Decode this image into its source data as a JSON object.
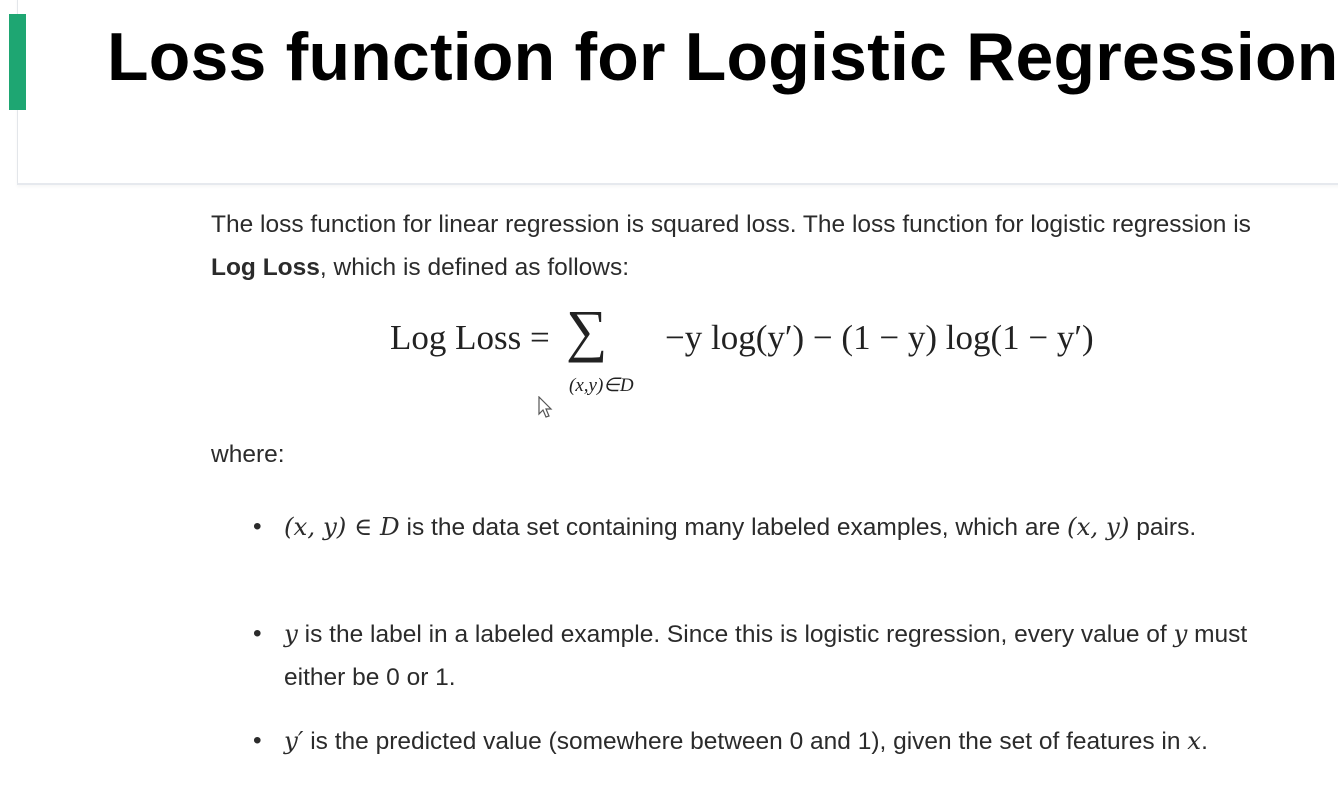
{
  "header": {
    "title": "Loss function for Logistic Regression",
    "accent_color": "#1ea672"
  },
  "intro": {
    "part1": "The loss function for linear regression is squared loss. The loss function for logistic regression is ",
    "bold": "Log Loss",
    "part2": ", which is defined as follows:"
  },
  "formula": {
    "lhs": "Log Loss =",
    "sum_symbol": "∑",
    "subscript": "(x,y)∈D",
    "rhs": "−y log(y′) − (1 − y) log(1 − y′)"
  },
  "where_label": "where:",
  "bullets": [
    {
      "math": "(x, y) ∈ D",
      "text": " is the data set containing many labeled examples, which are ",
      "math2": "(x, y)",
      "text2": " pairs."
    },
    {
      "math": "y",
      "text": " is the label in a labeled example. Since this is logistic regression, every value of ",
      "math2": "y",
      "text2": " must either be 0 or 1."
    },
    {
      "math": "y′",
      "text": " is the predicted value (somewhere between 0 and 1), given the set of features in ",
      "math2": "x",
      "text2": "."
    }
  ]
}
